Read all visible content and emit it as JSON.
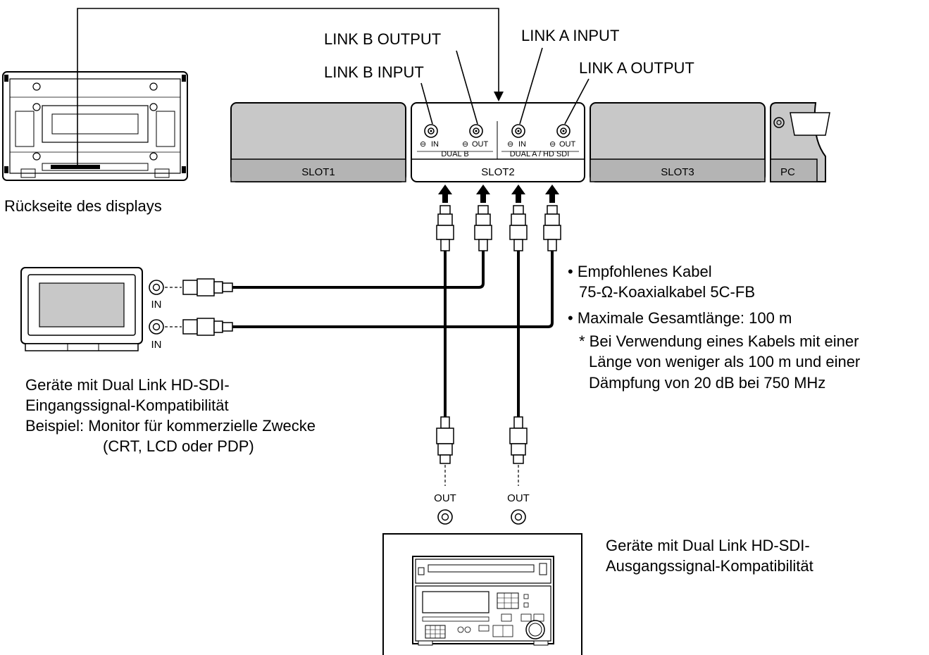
{
  "labels": {
    "link_b_output": "LINK B OUTPUT",
    "link_b_input": "LINK B INPUT",
    "link_a_input": "LINK A INPUT",
    "link_a_output": "LINK A OUTPUT",
    "slot1": "SLOT1",
    "slot2": "SLOT2",
    "slot3": "SLOT3",
    "pc": "PC",
    "port_in": "IN",
    "port_out": "OUT",
    "dual_b": "DUAL B",
    "dual_a": "DUAL A  /  HD  SDI",
    "rear_display": "Rückseite des displays",
    "monitor_in_1": "IN",
    "monitor_in_2": "IN",
    "source_out_1": "OUT",
    "source_out_2": "OUT"
  },
  "monitor_caption": [
    "Geräte mit Dual Link HD-SDI-",
    "Eingangssignal-Kompatibilität",
    "Beispiel: Monitor für kommerzielle Zwecke",
    "(CRT, LCD oder PDP)"
  ],
  "cable_notes": {
    "item1": "• Empfohlenes Kabel",
    "item1_sub": "75-Ω-Koaxialkabel 5C-FB",
    "item2": "• Maximale Gesamtlänge: 100 m",
    "note_1": "* Bei Verwendung eines Kabels mit einer",
    "note_2": "Länge von weniger als 100 m und einer",
    "note_3": "Dämpfung von 20 dB bei 750 MHz"
  },
  "source_caption": [
    "Geräte mit Dual Link HD-SDI-",
    "Ausgangssignal-Kompatibilität"
  ]
}
